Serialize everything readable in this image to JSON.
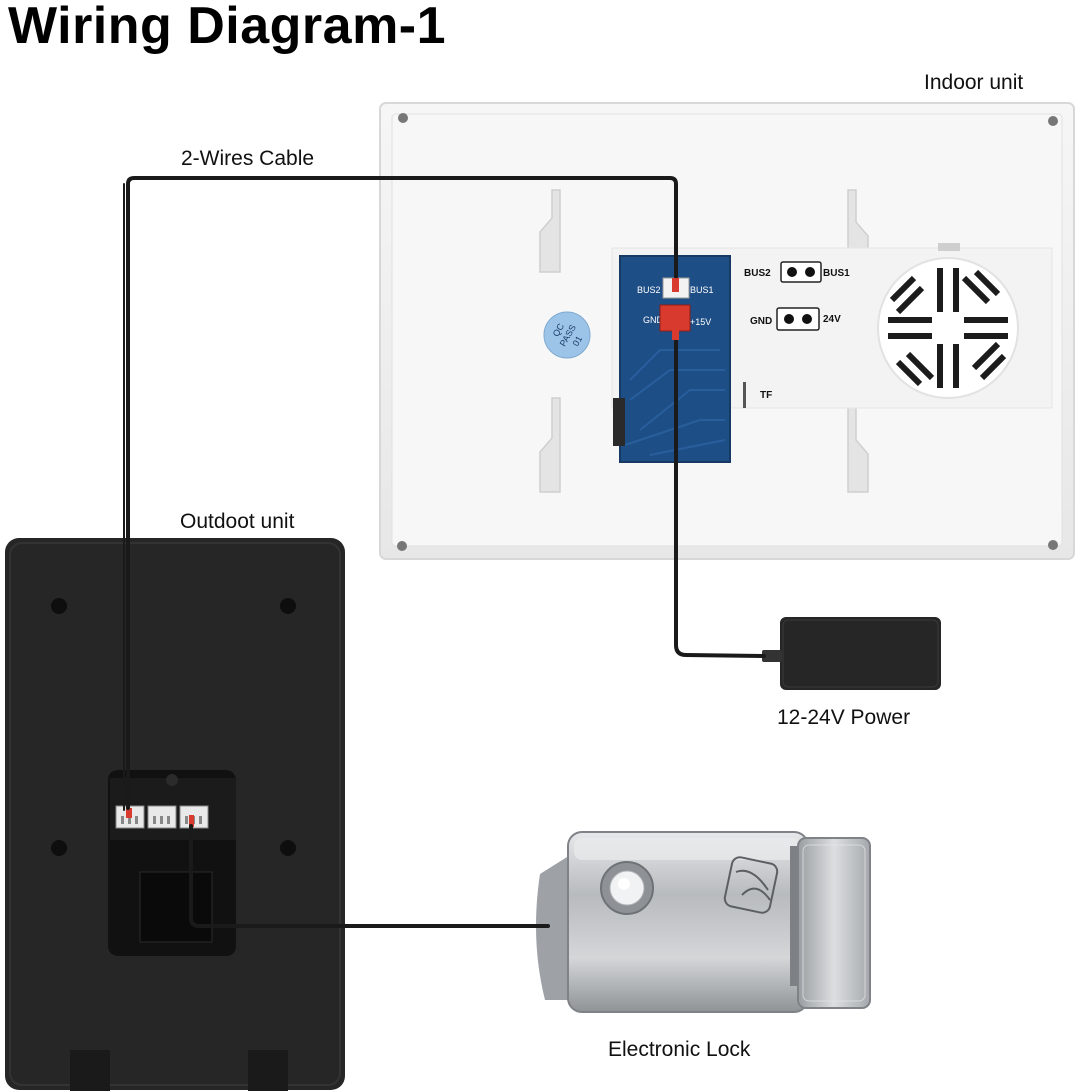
{
  "title": "Wiring Diagram-1",
  "labels": {
    "indoor_unit": "Indoor unit",
    "outdoor_unit": "Outdoot unit",
    "cable": "2-Wires Cable",
    "power": "12-24V Power",
    "lock": "Electronic Lock"
  },
  "board": {
    "bus2": "BUS2",
    "bus1": "BUS1",
    "gnd": "GND",
    "plus15v": "+15V"
  },
  "terminals": {
    "bus2": "BUS2",
    "bus1": "BUS1",
    "gnd": "GND",
    "v24": "24V",
    "tf": "TF"
  },
  "qc_sticker": [
    "QC",
    "PASS",
    "01"
  ],
  "colors": {
    "wire": "#1a1a1a",
    "connector_red": "#d83a2e",
    "board_blue": "#1e4e86",
    "outdoor_body": "#262626",
    "indoor_body": "#f1f1f1",
    "lock_metal": "#b9bcbf"
  }
}
